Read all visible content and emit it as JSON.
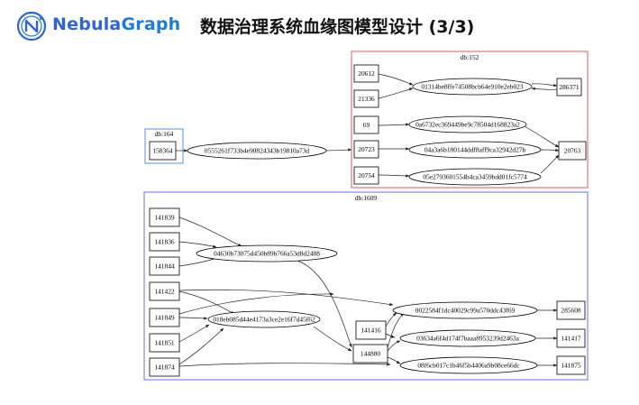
{
  "brand": {
    "part1": "Nebula",
    "part2": "Graph"
  },
  "title": "数据治理系统血缘图模型设计 (3/3)",
  "colors": {
    "brand_primary": "#2f63d8",
    "brand_secondary": "#1d7ad9",
    "cluster_db152": "#e05a5a",
    "cluster_db164": "#5a8fd8",
    "cluster_db1609": "#6a6af0"
  },
  "clusters": {
    "db152": "db:152",
    "db164": "db:164",
    "db1609": "db:1609"
  },
  "nodes": {
    "n20612": "20612",
    "n21336": "21336",
    "h_01314": "01314be8ffe74508bcb64e910e2eb023",
    "n286371": "286371",
    "n69": "69",
    "h_0a67": "0a6732ec369449be9c78504d168823a2",
    "n20723": "20723",
    "h_04a3": "04a3a6b180144ddf8aff9ca32942d27b",
    "n20763": "20763",
    "n20754": "20754",
    "h_05e2": "05e2793601554b4ca3459bdd01fc5774",
    "n158364": "158364",
    "h_0555": "0555261f733b4e90824343b19810a73d",
    "n141839": "141839",
    "n141836": "141836",
    "h_0463": "04630b73075d450b89b766a53d8d2488",
    "n141844": "141844",
    "n141422": "141422",
    "n141849": "141849",
    "h_018e": "018eb085d44e4173a3ce2e16f7d45f62",
    "n141851": "141851",
    "n141874": "141874",
    "h_0022": "0022584f1dc40029c99a570ddc43f69",
    "n285608": "285608",
    "n141416": "141416",
    "n144880": "144880",
    "h_0363": "03634a6f4d174f7baaa8953239d2463a",
    "n141417": "141417",
    "h_08f6": "08f6cb017c1b46f5b4406a9b08ce66dc",
    "n141875": "141875"
  }
}
